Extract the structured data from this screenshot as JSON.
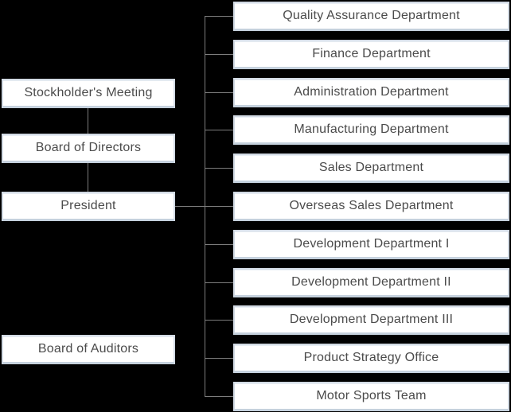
{
  "colors": {
    "bg": "#000000",
    "line": "#7d7d7d",
    "box-fill": "#ffffff",
    "box-border": "#d2dae4",
    "box-edge": "#c5d1dd",
    "box-hl": "#e9eff5",
    "text": "#4b4b4b"
  },
  "org_chart": {
    "left_nodes": [
      {
        "label": "Stockholder's Meeting"
      },
      {
        "label": "Board of Directors"
      },
      {
        "label": "President"
      },
      {
        "label": "Board of Auditors"
      }
    ],
    "right_nodes": [
      "Quality Assurance Department",
      "Finance Department",
      "Administration Department",
      "Manufacturing Department",
      "Sales Department",
      "Overseas Sales Department",
      "Development Department I",
      "Development Department II",
      "Development Department III",
      "Product Strategy Office",
      "Motor Sports Team"
    ]
  }
}
